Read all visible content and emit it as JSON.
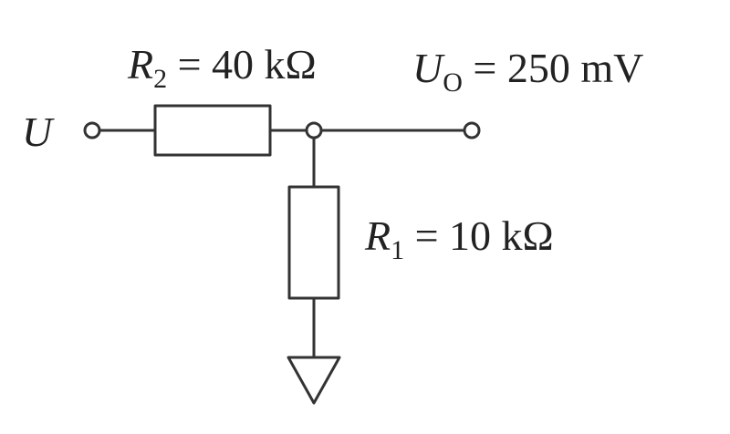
{
  "diagram": {
    "input_terminal": {
      "symbol": "U"
    },
    "output_label": {
      "symbol": "U",
      "subscript": "O",
      "rest": " = 250 mV"
    },
    "resistor_r2": {
      "symbol": "R",
      "subscript": "2",
      "rest": " = 40 kΩ"
    },
    "resistor_r1": {
      "symbol": "R",
      "subscript": "1",
      "rest": " = 10 kΩ"
    },
    "colors": {
      "stroke": "#333333",
      "text": "#222222"
    }
  }
}
